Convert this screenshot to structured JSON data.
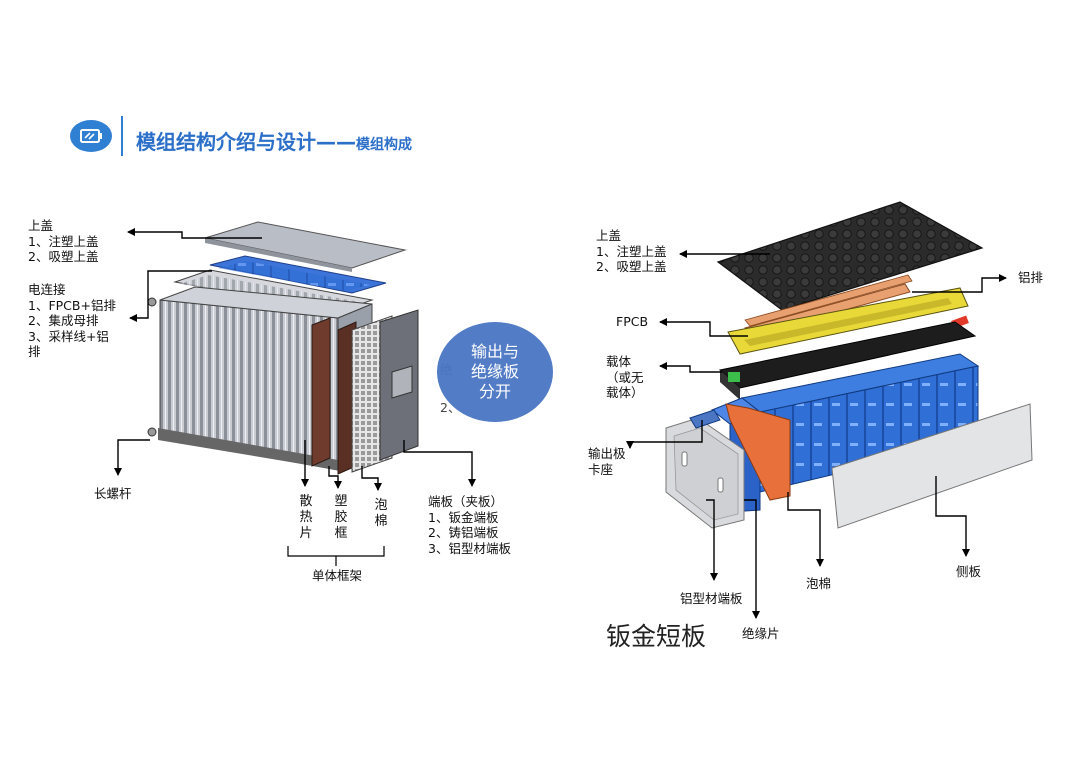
{
  "header": {
    "title": "模组结构介绍与设计——",
    "subtitle": "模组构成"
  },
  "left": {
    "top_cover": "上盖\n1、注塑上盖\n2、吸塑上盖",
    "electrical": "电连接\n1、FPCB+铝排\n2、集成母排\n3、采样线+铝\n排",
    "long_screw": "长螺杆",
    "heat_sink": "散热片",
    "plastic_frame": "塑胶框",
    "foam": "泡棉",
    "end_plate": "端板（夹板）\n1、钣金端板\n2、铸铝端板\n3、铝型材端板",
    "single_frame": "单体框架",
    "hidden_fragment_1": "绝",
    "hidden_fragment_2": "2、"
  },
  "bubble": {
    "text": "输出与\n绝缘板\n分开",
    "color": "#4a76c4"
  },
  "right": {
    "top_cover": "上盖\n1、注塑上盖\n2、吸塑上盖",
    "aluminum_bar": "铝排",
    "fpcb": "FPCB",
    "carrier": "载体\n（或无\n载体）",
    "output_seat": "输出极\n卡座",
    "side_plate": "侧板",
    "foam": "泡棉",
    "al_profile_end": "铝型材端板",
    "sheet_metal_short": "钣金短板",
    "insulation": "绝缘片"
  },
  "colors": {
    "accent": "#2b6fc8",
    "cell_blue": "#2f6fd6",
    "fpcb_yellow": "#e8d838",
    "foam_orange": "#e8703a"
  }
}
